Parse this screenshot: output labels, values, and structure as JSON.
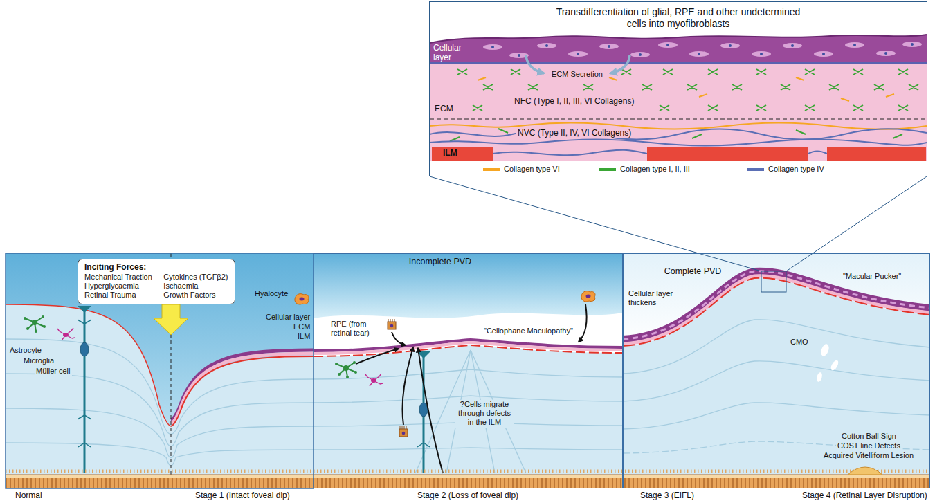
{
  "diagram": {
    "nodes": [
      {
        "text": [
          "Transdifferentiation of glial, RPE and other undetermined cells into myofibroblasts"
        ]
      },
      {
        "text": [
          "Inciting Forces:",
          "Mechanical Traction",
          "Hyperglycaemia",
          "Retinal Trauma",
          "Cytokines (TGFβ2)",
          "Ischaemia",
          "Growth Factors"
        ]
      },
      {
        "text": [
          "Incomplete PVD"
        ]
      },
      {
        "text": [
          "Complete PVD"
        ]
      }
    ],
    "labels": [
      "Cellular layer",
      "ECM Secretion",
      "NFC (Type I, II, III, VI Collagens)",
      "ECM",
      "NVC (Type II, IV, VI Collagens)",
      "ILM",
      "Hyalocyte",
      "Cellular layer",
      "ECM",
      "ILM",
      "Astrocyte",
      "Microglia",
      "Müller cell",
      "Normal",
      "Stage 1 (Intact foveal dip)",
      "RPE (from retinal tear)",
      "\"Cellophane Maculopathy\"",
      "?Cells migrate through defects in the ILM",
      "Stage 2 (Loss of foveal dip)",
      "Cellular layer thickens",
      "\"Macular Pucker\"",
      "CMO",
      "Cotton Ball Sign",
      "COST line Defects",
      "Acquired Vitelliform Lesion",
      "Stage 3 (EIFL)",
      "Stage 4 (Retinal Layer Disruption)"
    ],
    "legend": [
      {
        "text": "Collagen type VI",
        "color": "#f6a623"
      },
      {
        "text": "Collagen type I, II, III",
        "color": "#3aa635"
      },
      {
        "text": "Collagen type IV",
        "color": "#5b6fb5"
      }
    ]
  }
}
